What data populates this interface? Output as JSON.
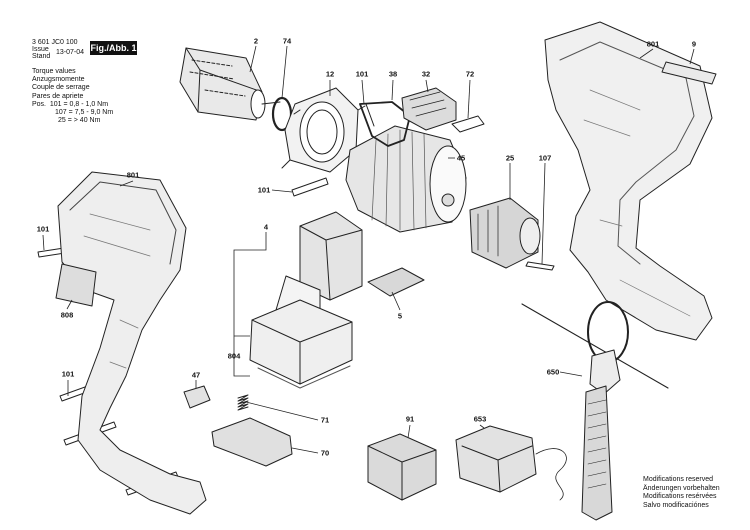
{
  "header": {
    "doc_number": "3 601 JC0 100",
    "issue_label": "Issue",
    "stand_label": "Stand",
    "date": "13-07-04",
    "figure_label": "Fig./Abb. 1"
  },
  "torque": {
    "title_en": "Torque values",
    "title_de": "Anzugsmomente",
    "title_fr": "Couple de serrage",
    "title_es": "Pares de apriete",
    "row1": "Pos.  101 = 0,8 - 1,0 Nm",
    "row2": "107 = 7,5 - 9,0 Nm",
    "row3": "25 = > 40 Nm"
  },
  "notes": {
    "en": "Modifications reserved",
    "de": "Änderungen vorbehalten",
    "fr": "Modifications resérvées",
    "es": "Salvo modificaciónes"
  },
  "callouts": {
    "c2": "2",
    "c74": "74",
    "c12": "12",
    "c101a": "101",
    "c38": "38",
    "c32": "32",
    "c72": "72",
    "c45": "45",
    "c25": "25",
    "c107": "107",
    "c101b": "101",
    "c801a": "801",
    "c9": "9",
    "c801b": "801",
    "c101c": "101",
    "c808": "808",
    "c4": "4",
    "c5": "5",
    "c804": "804",
    "c101d": "101",
    "c47": "47",
    "c71": "71",
    "c70": "70",
    "c91": "91",
    "c653": "653",
    "c650": "650"
  }
}
